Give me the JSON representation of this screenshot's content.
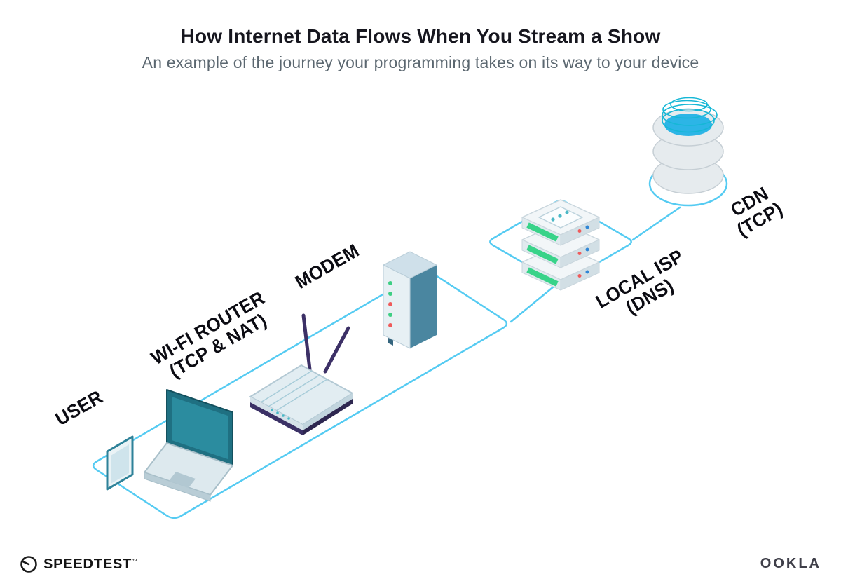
{
  "header": {
    "title": "How Internet Data Flows When You Stream a Show",
    "subtitle": "An example of the journey your programming takes on its way to your device"
  },
  "nodes": {
    "user": {
      "label": "USER"
    },
    "router": {
      "label": "WI-FI ROUTER",
      "sublabel": "(TCP & NAT)"
    },
    "modem": {
      "label": "MODEM"
    },
    "isp": {
      "label": "LOCAL ISP",
      "sublabel": "(DNS)"
    },
    "cdn": {
      "label": "CDN",
      "sublabel": "(TCP)"
    }
  },
  "footer": {
    "speedtest": "SPEEDTEST",
    "speedtest_mark": "™",
    "ookla": "OOKLA"
  },
  "colors": {
    "path_accent": "#55cbf2",
    "label_text": "#0b0b12",
    "subtitle_text": "#5b6770",
    "led_green": "#38d389",
    "led_red": "#ef5b5b",
    "led_blue": "#2f86d6",
    "cdn_blue": "#2cb5e6"
  }
}
